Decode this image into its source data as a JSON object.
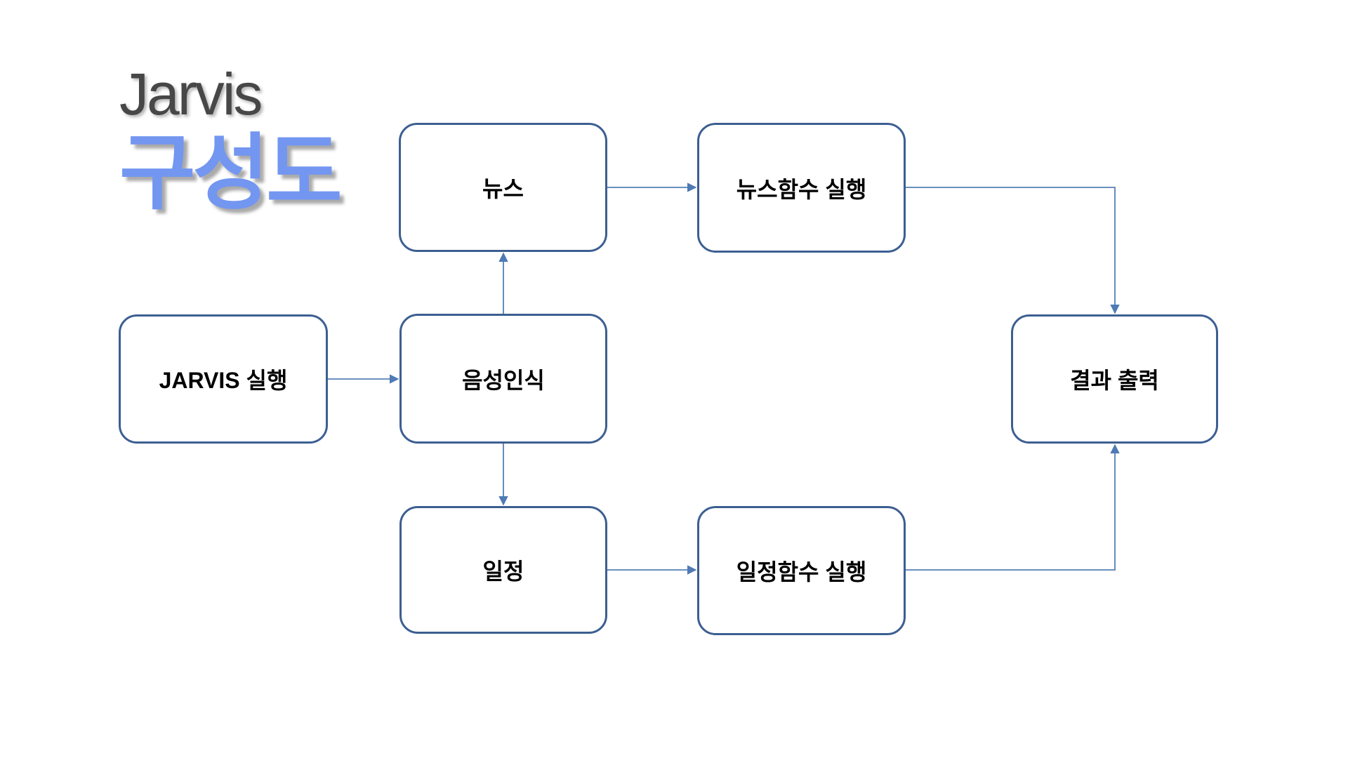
{
  "title": {
    "line1": "Jarvis",
    "line2": "구성도"
  },
  "colors": {
    "title_primary": "#474747",
    "title_accent": "#7396F0",
    "node_border": "#3C5F91",
    "node_fill": "#ffffff",
    "node_text": "#000000",
    "connector": "#5580B5",
    "arrowhead": "#4E7AB5",
    "background": "#ffffff"
  },
  "nodes": {
    "news": {
      "label": "뉴스"
    },
    "news_func": {
      "label": "뉴스함수 실행"
    },
    "jarvis_run": {
      "label": "JARVIS 실행"
    },
    "voice": {
      "label": "음성인식"
    },
    "result": {
      "label": "결과 출력"
    },
    "schedule": {
      "label": "일정"
    },
    "schedule_func": {
      "label": "일정함수 실행"
    }
  },
  "edges": [
    {
      "from": "jarvis_run",
      "to": "voice",
      "style": "straight"
    },
    {
      "from": "voice",
      "to": "news",
      "style": "straight"
    },
    {
      "from": "voice",
      "to": "schedule",
      "style": "straight"
    },
    {
      "from": "news",
      "to": "news_func",
      "style": "straight"
    },
    {
      "from": "schedule",
      "to": "schedule_func",
      "style": "straight"
    },
    {
      "from": "news_func",
      "to": "result",
      "style": "elbow"
    },
    {
      "from": "schedule_func",
      "to": "result",
      "style": "elbow"
    }
  ]
}
